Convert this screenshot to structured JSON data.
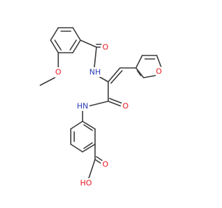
{
  "molecule": {
    "colors": {
      "bond": "#3a3a3a",
      "oxygen": "#e8141c",
      "nitrogen": "#2a3db8",
      "background": "#ffffff"
    },
    "atom_labels": {
      "methoxy_O": "O",
      "methoxy_CH3": "",
      "benzoyl_carbonyl_O": "O",
      "amide1_N": "NH",
      "amide2_O": "O",
      "amide2_N": "HN",
      "furan_O": "O",
      "acid_carbonyl_O": "O",
      "acid_hydroxyl": "HO"
    }
  }
}
